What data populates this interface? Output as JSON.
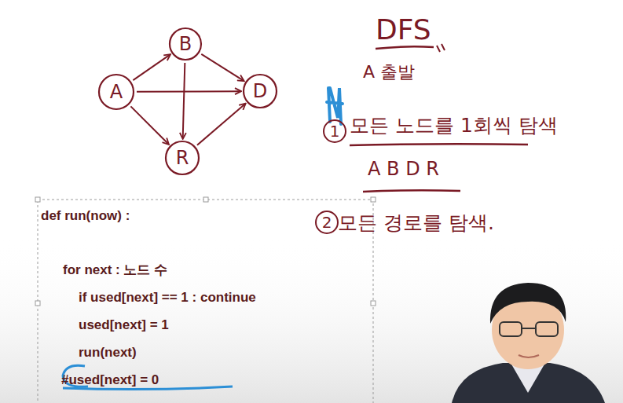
{
  "diagram": {
    "nodes": [
      {
        "text": [
          "B"
        ]
      },
      {
        "text": [
          "A"
        ]
      },
      {
        "text": [
          "D"
        ]
      },
      {
        "text": [
          "R"
        ]
      }
    ],
    "edges": [
      {
        "from": 1,
        "to": 0,
        "arrow": "to"
      },
      {
        "from": 0,
        "to": 2,
        "arrow": "to"
      },
      {
        "from": 1,
        "to": 2,
        "arrow": "to"
      },
      {
        "from": 0,
        "to": 3,
        "arrow": "to"
      },
      {
        "from": 1,
        "to": 3,
        "arrow": "to"
      },
      {
        "from": 3,
        "to": 2,
        "arrow": "to"
      }
    ],
    "labels": [
      "DFS",
      "A 출발",
      "1",
      "모든 노드를 1회씩 탐색",
      "A B D R",
      "2",
      "모든 경로를 탐색.",
      "def run(now) :",
      "for next : 노드 수",
      "if used[next] == 1 : continue",
      "used[next] = 1",
      "run(next)",
      "#used[next] = 0"
    ]
  }
}
